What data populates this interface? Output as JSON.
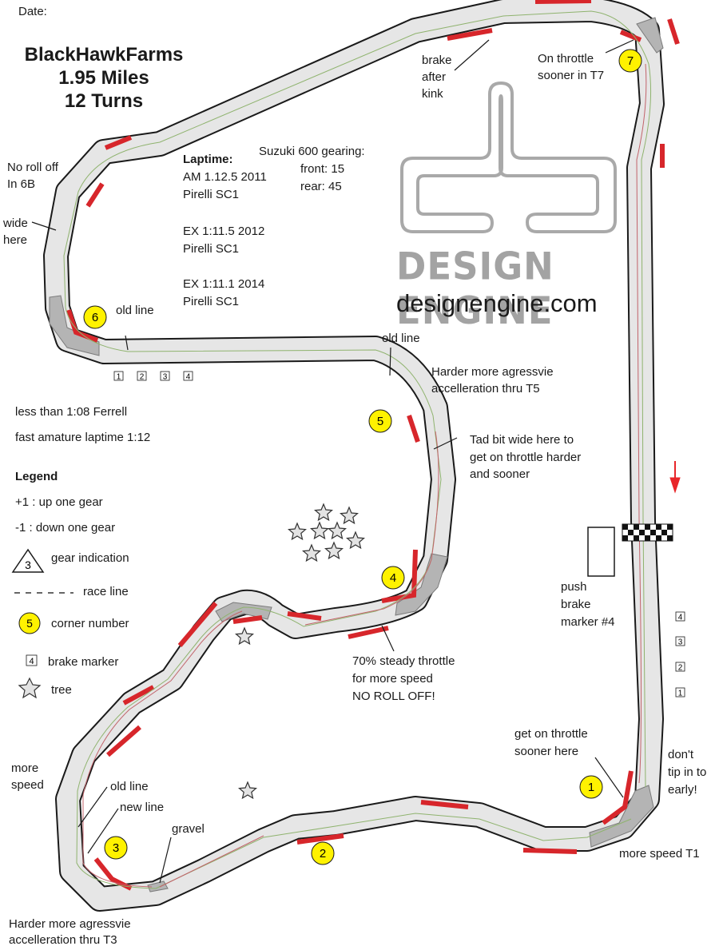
{
  "date_label": "Date:",
  "track": {
    "name": "BlackHawkFarms",
    "length": "1.95 Miles",
    "turns": "12 Turns"
  },
  "laptimes": {
    "heading": "Laptime:",
    "entries": [
      {
        "time": "AM 1.12.5  2011",
        "tire": "Pirelli SC1"
      },
      {
        "time": "EX 1:11.5 2012",
        "tire": "Pirelli SC1"
      },
      {
        "time": "EX 1:11.1 2014",
        "tire": "Pirelli SC1"
      }
    ]
  },
  "gearing": {
    "heading": "Suzuki 600 gearing:",
    "front": "front: 15",
    "rear": "rear: 45"
  },
  "reference_times": {
    "pro": "less than 1:08 Ferrell",
    "amateur": "fast amature laptime 1:12"
  },
  "legend": {
    "title": "Legend",
    "up_gear": "+1 : up one gear",
    "down_gear": "-1 : down one gear",
    "gear_symbol": "3",
    "gear_indication": "gear indication",
    "race_line": "race line",
    "corner_symbol": "5",
    "corner_number": "corner number",
    "brake_symbol": "4",
    "brake_marker": "brake marker",
    "tree": "tree"
  },
  "brand": {
    "name": "DESIGN ENGINE",
    "url": "designengine.com"
  },
  "corners": [
    "1",
    "2",
    "3",
    "4",
    "5",
    "6",
    "7"
  ],
  "brake_markers_left": [
    "1",
    "2",
    "3",
    "4"
  ],
  "brake_markers_right": [
    "4",
    "3",
    "2",
    "1"
  ],
  "notes": {
    "brake_after_kink": [
      "brake",
      "after",
      "kink"
    ],
    "throttle_t7": [
      "On throttle",
      "sooner in T7"
    ],
    "no_roll_6b": [
      "No roll off",
      "In 6B"
    ],
    "wide_here": [
      "wide",
      "here"
    ],
    "old_line_6": "old line",
    "old_line_5": "old line",
    "harder_t5": [
      "Harder more agressvie",
      "accelleration thru T5"
    ],
    "tad_wide": [
      "Tad bit wide here to",
      "get on throttle harder",
      "and sooner"
    ],
    "push_brake": [
      "push",
      "brake",
      "marker #4"
    ],
    "steady_throttle": [
      "70% steady throttle",
      "for more speed",
      "NO ROLL OFF!"
    ],
    "throttle_sooner": [
      "get on throttle",
      "sooner here"
    ],
    "dont_tip": [
      "don't",
      "tip in to",
      "early!"
    ],
    "more_speed": [
      "more",
      "speed"
    ],
    "old_line_3": "old line",
    "new_line_3": "new line",
    "gravel": "gravel",
    "more_speed_t1": "more speed T1",
    "harder_t3": [
      "Harder more agressvie",
      "accelleration thru T3"
    ]
  },
  "colors": {
    "track": "#e6e6e6",
    "track_edge": "#1a1a1a",
    "curb": "#d7262b",
    "runoff": "#b4b4b4",
    "corner_marker": "#fff200",
    "old_line": "#8fb36e",
    "new_line": "#c2636b",
    "direction_arrow": "#e8262a",
    "logo": "#a3a3a3"
  }
}
